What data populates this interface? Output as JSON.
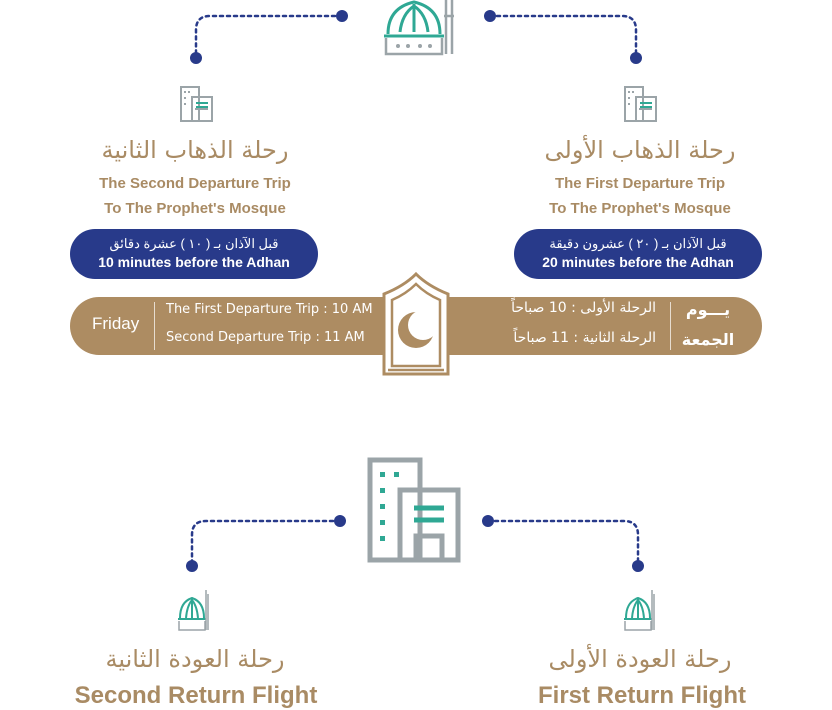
{
  "left_trip": {
    "title_ar": "رحلة الذهاب الثانية",
    "title_en_1": "The Second Departure Trip",
    "title_en_2": "To The Prophet's Mosque",
    "time_ar": "قبل الآذان بـ ( ١٠ ) عشرة دقائق",
    "time_en": "10 minutes before the Adhan"
  },
  "right_trip": {
    "title_ar": "رحلة الذهاب الأولى",
    "title_en_1": "The First Departure Trip",
    "title_en_2": "To The Prophet's Mosque",
    "time_ar": "قبل الآذان بـ ( ٢٠ ) عشرون دقيقة",
    "time_en": "20 minutes before the Adhan"
  },
  "friday_band": {
    "day_en": "Friday",
    "trip1_en": "The First Departure Trip : 10 AM",
    "trip2_en": "Second Departure Trip : 11 AM",
    "trip1_ar": "الرحلة الأولى : 10 صباحاً",
    "trip2_ar": "الرحلة الثانية : 11 صباحاً",
    "day_ar_1": "يـــوم",
    "day_ar_2": "الجمعة"
  },
  "return_left": {
    "title_ar": "رحلة العودة الثانية",
    "title_en": "Second Return Flight"
  },
  "return_right": {
    "title_ar": "رحلة العودة الأولى",
    "title_en": "First Return Flight"
  },
  "colors": {
    "gold": "#a98b64",
    "navy": "#283a8a",
    "teal": "#2fa894",
    "gray": "#9ba4a8"
  }
}
